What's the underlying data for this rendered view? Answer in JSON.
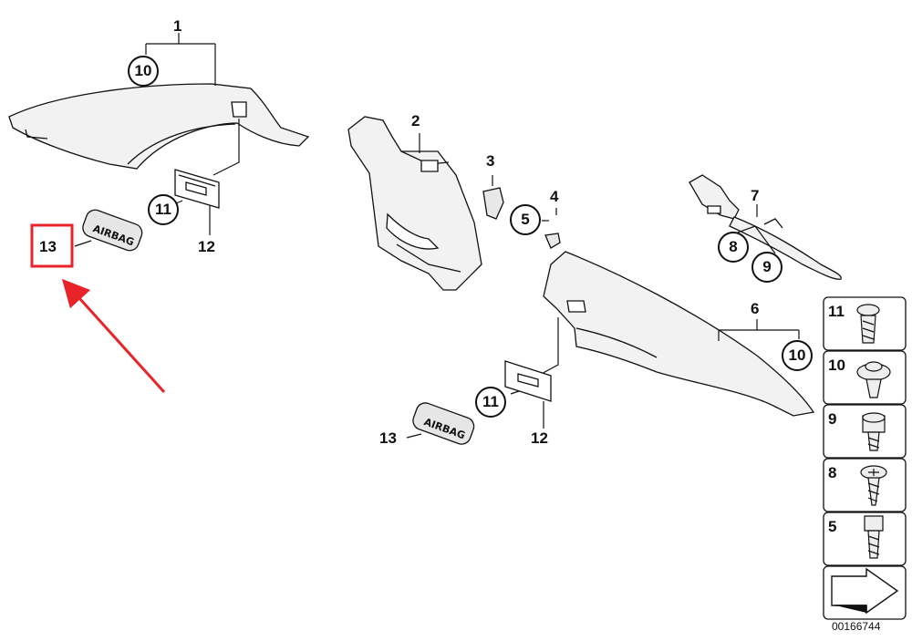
{
  "callouts": {
    "c1": "1",
    "c2": "2",
    "c3": "3",
    "c4": "4",
    "c5": "5",
    "c6": "6",
    "c7": "7",
    "c8": "8",
    "c9": "9",
    "c10_top": "10",
    "c10_right": "10",
    "c11_top": "11",
    "c11_bottom": "11",
    "c12_top": "12",
    "c12_bottom": "12",
    "c13_top": "13",
    "c13_bottom": "13"
  },
  "badge_text": "AIRBAG",
  "legend": [
    {
      "number": "11",
      "icon": "push-rivet-clip-icon"
    },
    {
      "number": "10",
      "icon": "expanding-rivet-icon"
    },
    {
      "number": "9",
      "icon": "hex-head-screw-icon"
    },
    {
      "number": "8",
      "icon": "cross-head-screw-icon"
    },
    {
      "number": "5",
      "icon": "bolt-icon"
    }
  ],
  "diagram_id": "00166744",
  "highlight_color": "#e8232a",
  "line_color": "#111111",
  "part_fill": "#f2f2f2"
}
